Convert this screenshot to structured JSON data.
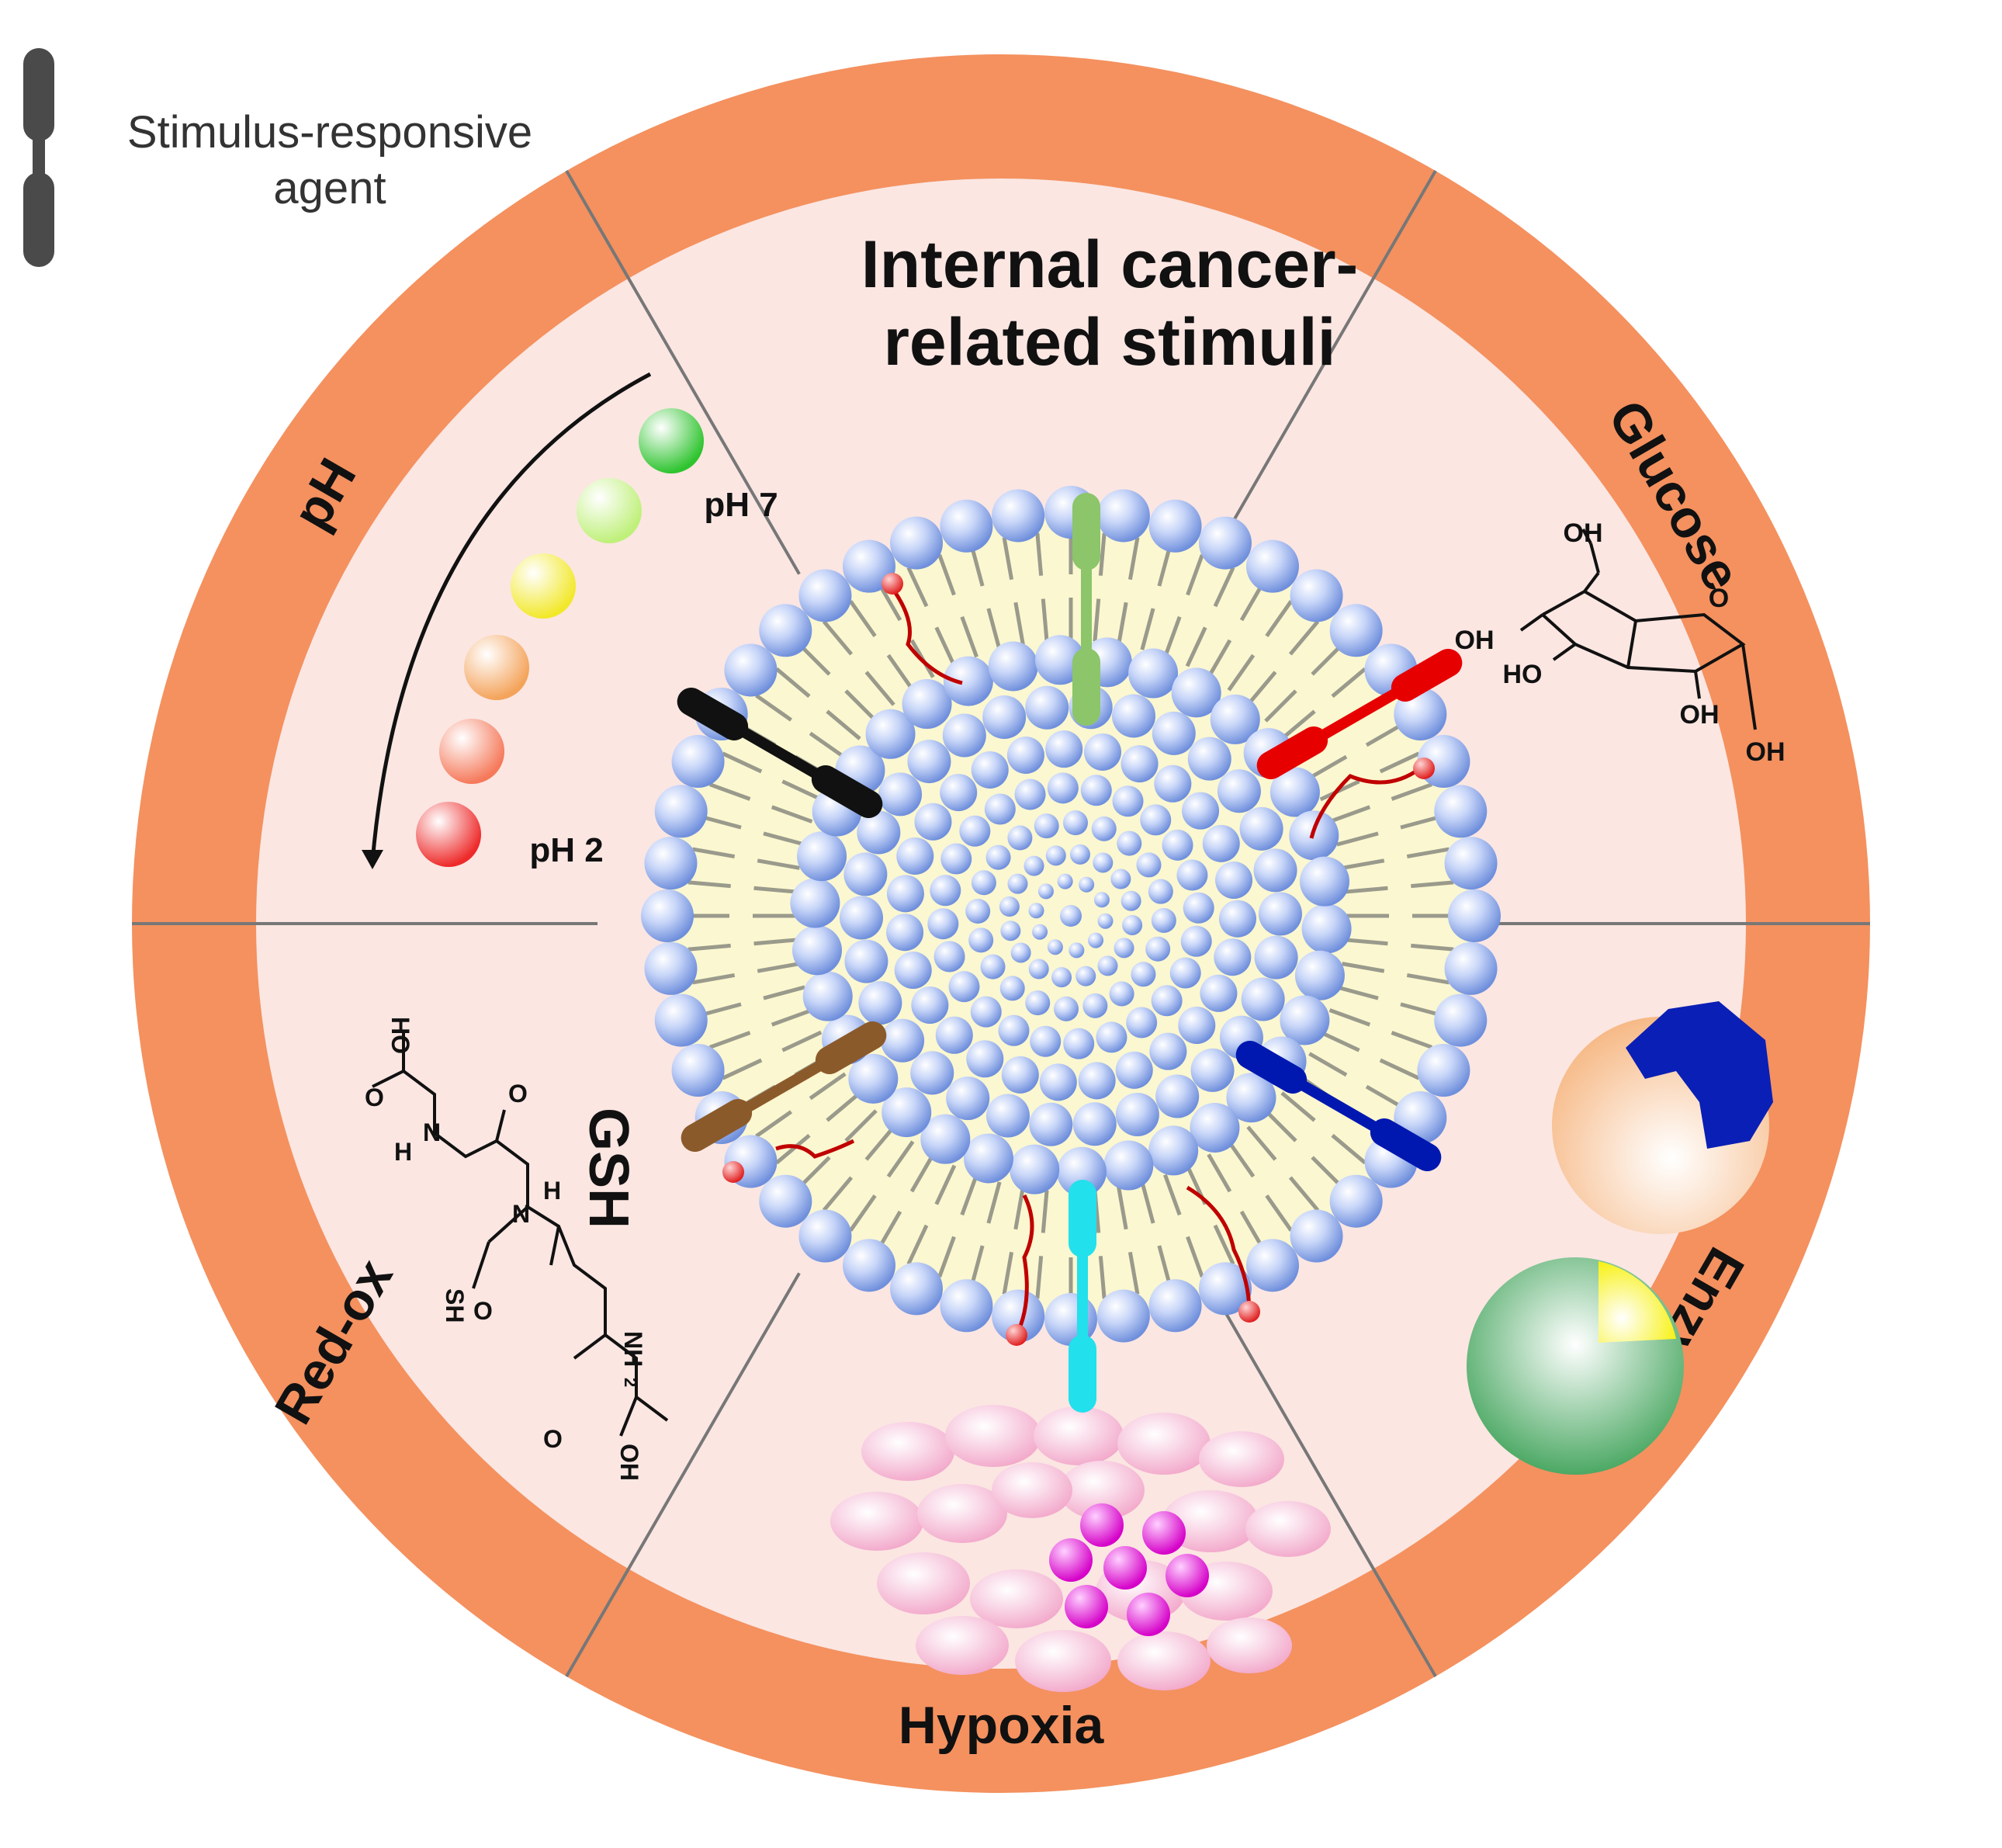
{
  "legend": {
    "label_line1": "Stimulus-responsive",
    "label_line2": "agent"
  },
  "center": {
    "title_line1": "Internal cancer-",
    "title_line2": "related stimuli"
  },
  "ring_labels": {
    "ph": "pH",
    "glucose": "Glucose",
    "enzymes": "Enzymes",
    "hypoxia": "Hypoxia",
    "redox": "Red-ox"
  },
  "ph_panel": {
    "high": "pH 7",
    "low": "pH 2",
    "dot_colors": [
      "#2fc42f",
      "#bff07a",
      "#f2e82a",
      "#f4a35a",
      "#f5795a",
      "#ee2a2a"
    ]
  },
  "redox_panel": {
    "label": "GSH",
    "atoms": {
      "ho": "HO",
      "o": "O",
      "h": "H",
      "n": "N",
      "sh": "SH",
      "nh2": "NH",
      "two": "2",
      "oh": "OH"
    }
  },
  "glucose_panel": {
    "atoms": {
      "oh": "OH",
      "ho": "HO",
      "o": "O"
    }
  },
  "colors": {
    "ring": "#f4915f",
    "sector": "#fbe6e2",
    "divider": "#777777",
    "lipid_head": "#8fa9ea",
    "tail_region": "#fbf7d0",
    "agent_green": "#8cc56a",
    "agent_red": "#e60000",
    "agent_blue": "#0018b0",
    "agent_brown": "#8b5a2b",
    "agent_cyan": "#22e0ec",
    "agent_black": "#111111",
    "legend_agent": "#4a4a4a"
  }
}
